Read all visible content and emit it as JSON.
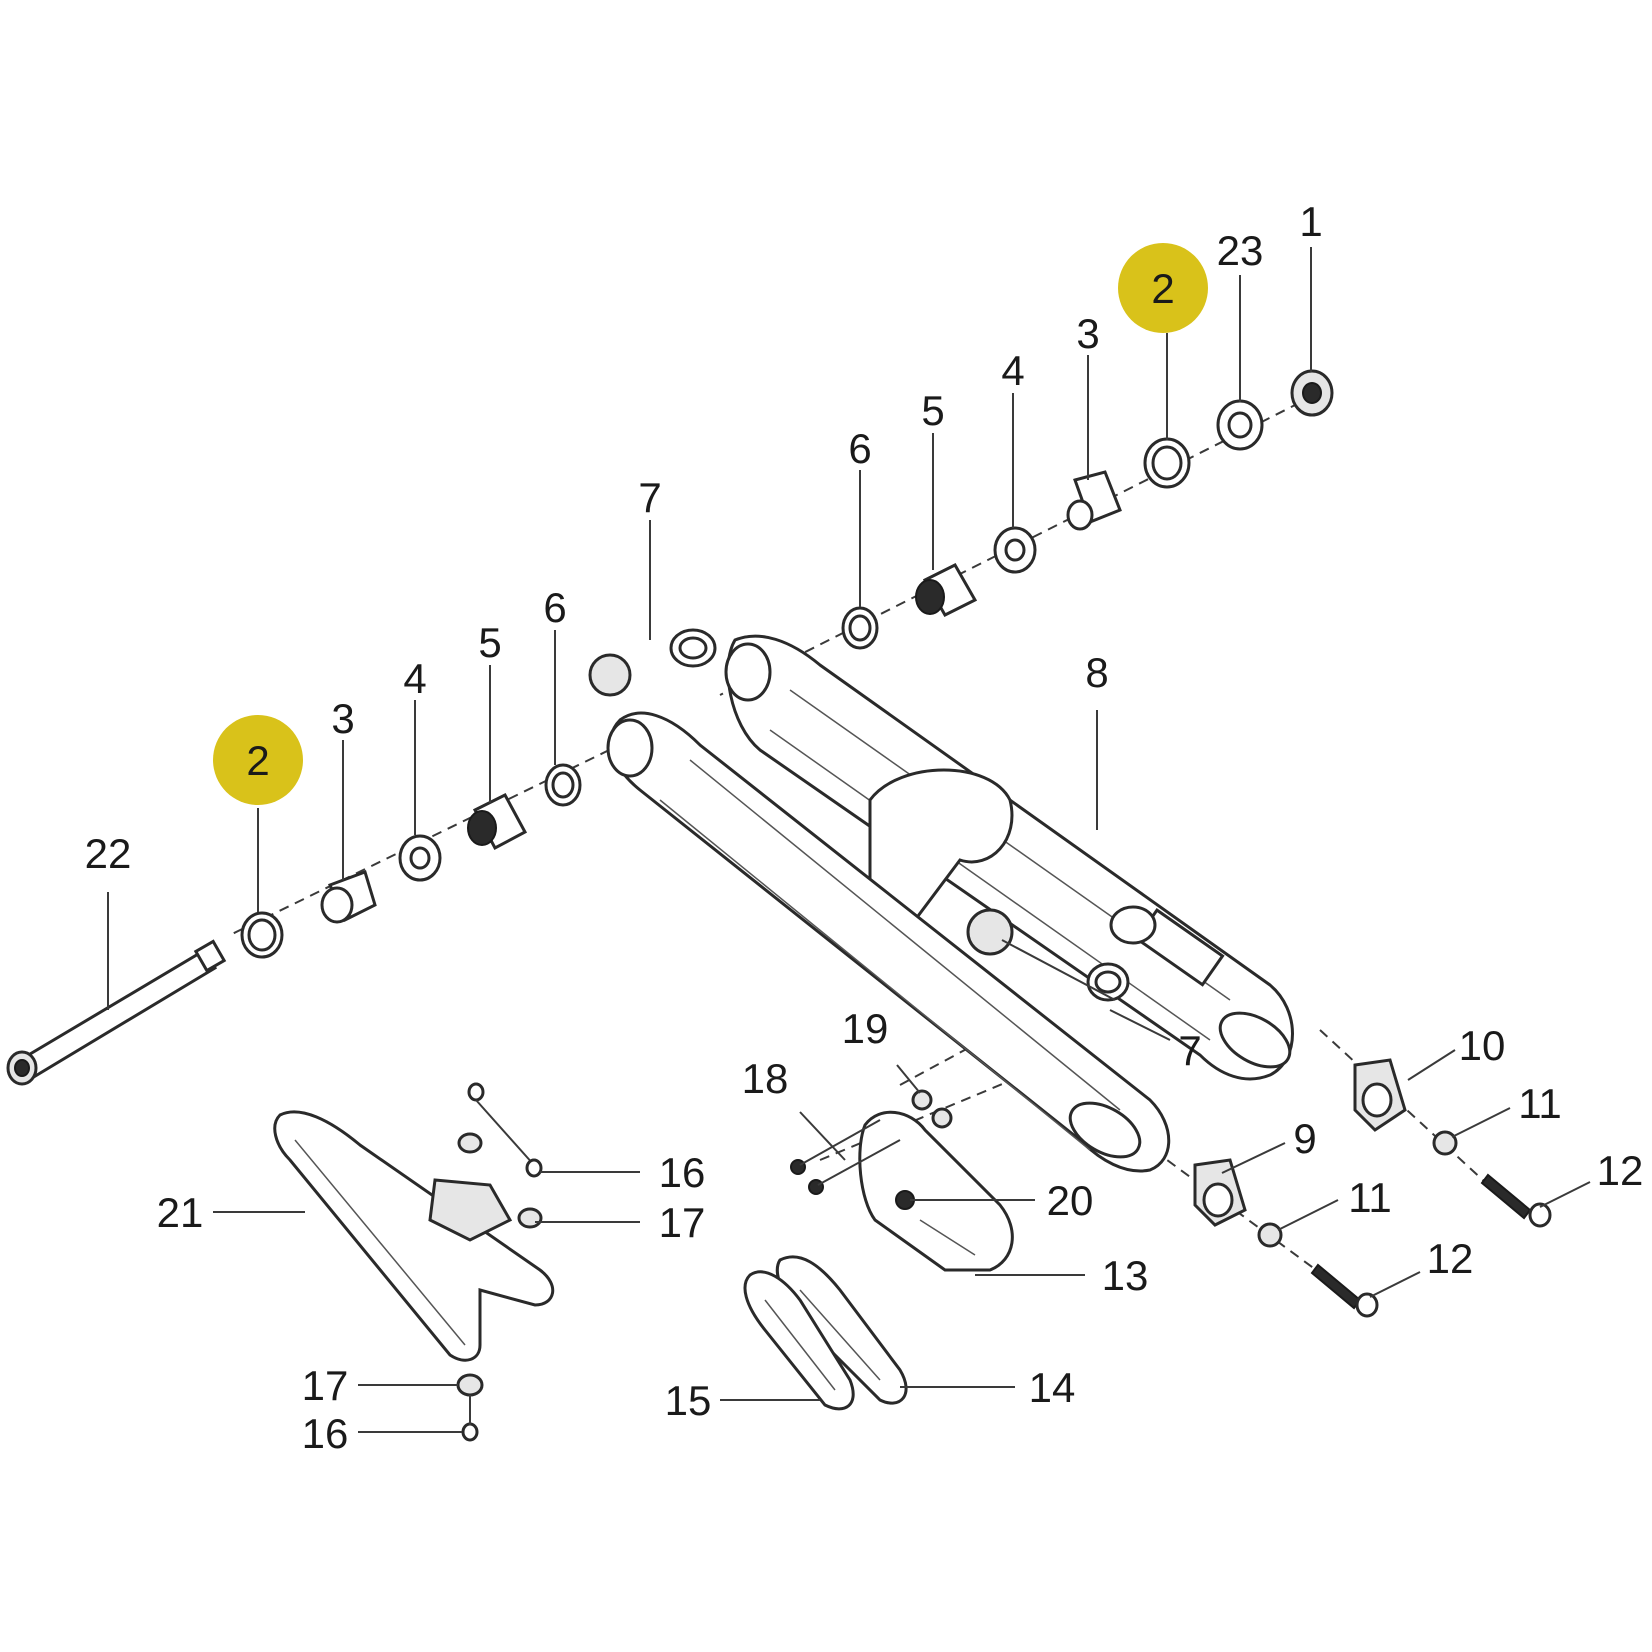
{
  "highlight_color": "#d9c21a",
  "callouts": [
    {
      "id": "c1",
      "text": "1"
    },
    {
      "id": "c2a",
      "text": "2",
      "highlighted": true
    },
    {
      "id": "c23",
      "text": "23"
    },
    {
      "id": "c3a",
      "text": "3"
    },
    {
      "id": "c4a",
      "text": "4"
    },
    {
      "id": "c5a",
      "text": "5"
    },
    {
      "id": "c6a",
      "text": "6"
    },
    {
      "id": "c7a",
      "text": "7"
    },
    {
      "id": "c6b",
      "text": "6"
    },
    {
      "id": "c5b",
      "text": "5"
    },
    {
      "id": "c4b",
      "text": "4"
    },
    {
      "id": "c3b",
      "text": "3"
    },
    {
      "id": "c2b",
      "text": "2",
      "highlighted": true
    },
    {
      "id": "c22",
      "text": "22"
    },
    {
      "id": "c8",
      "text": "8"
    },
    {
      "id": "c7b",
      "text": "7"
    },
    {
      "id": "c10",
      "text": "10"
    },
    {
      "id": "c11a",
      "text": "11"
    },
    {
      "id": "c12a",
      "text": "12"
    },
    {
      "id": "c9",
      "text": "9"
    },
    {
      "id": "c11b",
      "text": "11"
    },
    {
      "id": "c12b",
      "text": "12"
    },
    {
      "id": "c19",
      "text": "19"
    },
    {
      "id": "c18",
      "text": "18"
    },
    {
      "id": "c20",
      "text": "20"
    },
    {
      "id": "c13",
      "text": "13"
    },
    {
      "id": "c14",
      "text": "14"
    },
    {
      "id": "c15",
      "text": "15"
    },
    {
      "id": "c16a",
      "text": "16"
    },
    {
      "id": "c17a",
      "text": "17"
    },
    {
      "id": "c21",
      "text": "21"
    },
    {
      "id": "c17b",
      "text": "17"
    },
    {
      "id": "c16b",
      "text": "16"
    }
  ]
}
